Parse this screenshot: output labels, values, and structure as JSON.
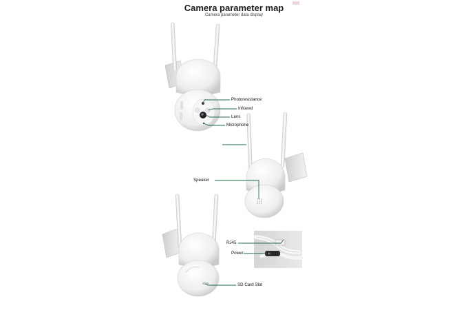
{
  "header": {
    "title": "Camera parameter map",
    "subtitle": "Camera parameter data display"
  },
  "callouts": {
    "photoresistance": "Photoresistance",
    "infrared": "Infrared",
    "lens": "Lens",
    "microphone": "Microphone",
    "speaker": "Speaker",
    "rj45": "RJ45",
    "power": "Power",
    "sd_card_slot": "SD Card Slot"
  },
  "colors": {
    "callout_line": "#1f6b46",
    "camera_body": "#f4f4f4"
  }
}
